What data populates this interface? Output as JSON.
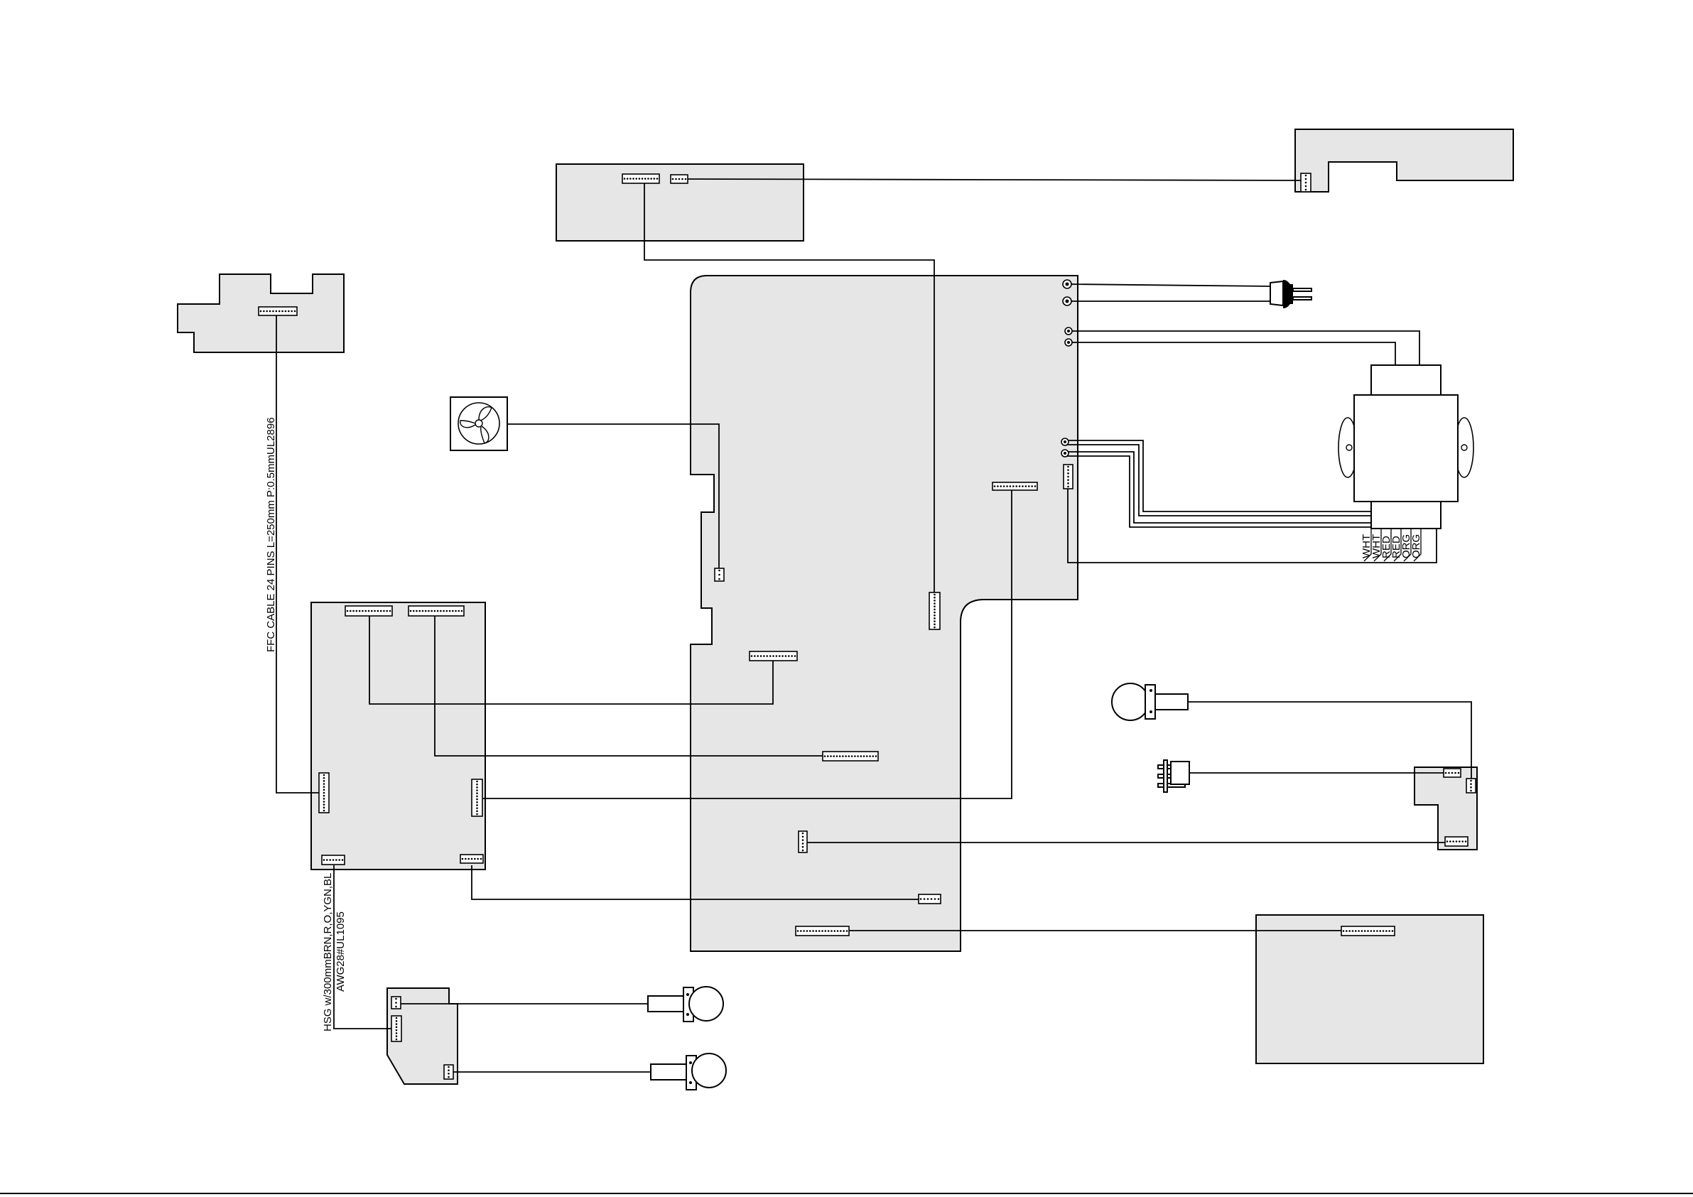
{
  "labels": {
    "ffc_cable": "FFC CABLE 24 PINS L=250mm P:0.5mmUL2896",
    "hsg_line1": "HSG w/300mmBRN,R,O,YGN,BL",
    "hsg_line2": "AWG28#UL1095"
  },
  "transformer_wires": [
    "WHT",
    "WHT",
    "RED",
    "RED",
    "ORG",
    "ORG"
  ],
  "colors": {
    "board_fill": "#e6e6e6",
    "line": "#000000"
  },
  "icons": {
    "fan": "fan-icon",
    "plug": "power-plug-icon",
    "transformer": "transformer-icon",
    "lamp": "lamp-bulb-icon",
    "switch": "terminal-switch-icon"
  }
}
